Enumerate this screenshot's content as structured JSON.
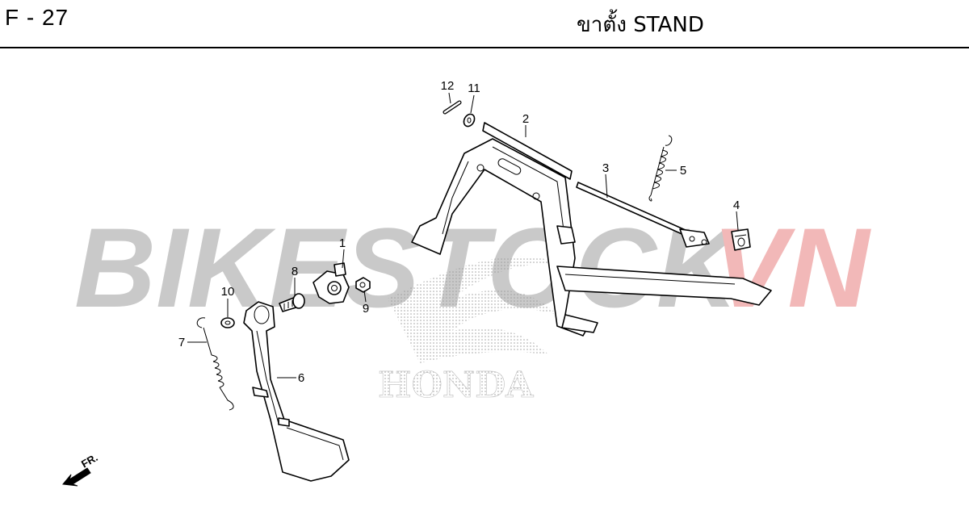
{
  "header": {
    "page_code": "F - 27",
    "title": "ขาตั้ง  STAND"
  },
  "watermark": {
    "text_left": "BIKESTOCK",
    "text_right": "VN",
    "color_left": "#c9c9c9",
    "color_right": "#f2b8b8",
    "logo_text": "HONDA"
  },
  "front_indicator": {
    "label": "FR."
  },
  "callouts": [
    {
      "number": "1",
      "part": "stopper"
    },
    {
      "number": "2",
      "part": "main stand"
    },
    {
      "number": "3",
      "part": "shaft"
    },
    {
      "number": "5",
      "part": "spring"
    },
    {
      "number": "4",
      "part": "rubber"
    },
    {
      "number": "6",
      "part": "side stand"
    },
    {
      "number": "7",
      "part": "spring"
    },
    {
      "number": "8",
      "part": "bolt"
    },
    {
      "number": "9",
      "part": "nut"
    },
    {
      "number": "10",
      "part": "washer"
    },
    {
      "number": "11",
      "part": "washer"
    },
    {
      "number": "12",
      "part": "pin"
    }
  ],
  "colors": {
    "line": "#000000",
    "background": "#ffffff"
  }
}
